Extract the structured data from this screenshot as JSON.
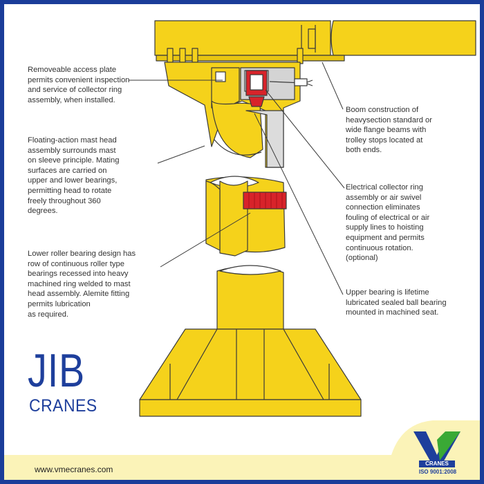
{
  "callouts": {
    "access_plate": "Removeable access plate\npermits convenient inspection\nand service of collector ring\nassembly, when installed.",
    "floating_head": "Floating-action mast head\nassembly surrounds mast\non sleeve principle. Mating\nsurfaces are carried on\nupper and lower bearings,\npermitting head to rotate\nfreely throughout 360\ndegrees.",
    "lower_bearing": "Lower roller bearing design has\nrow of continuous roller type\nbearings recessed into heavy\nmachined ring welded to mast\nhead assembly. Alemite fitting\npermits lubrication\nas required.",
    "boom": "Boom construction of\nheavysection standard or\nwide flange beams with\ntrolley stops located at\nboth ends.",
    "collector_ring": "Electrical collector ring\nassembly or air swivel\nconnection eliminates\nfouling of electrical or air\nsupply lines to hoisting\nequipment and permits\ncontinuous rotation.\n(optional)",
    "upper_bearing": "Upper bearing is lifetime\nlubricated sealed ball bearing\nmounted in machined seat."
  },
  "title": {
    "main": "JIB",
    "sub": "CRANES"
  },
  "footer": {
    "website": "www.vmecranes.com",
    "logo_brand": "CRANES",
    "logo_iso": "ISO 9001:2008"
  },
  "colors": {
    "frame_border": "#1a3d99",
    "crane_yellow": "#f5d21b",
    "crane_outline": "#3a3a3a",
    "collector_red": "#d8232a",
    "title_blue": "#1e3f9c",
    "footer_band": "#fbf3b8",
    "logo_green": "#3aa935"
  }
}
